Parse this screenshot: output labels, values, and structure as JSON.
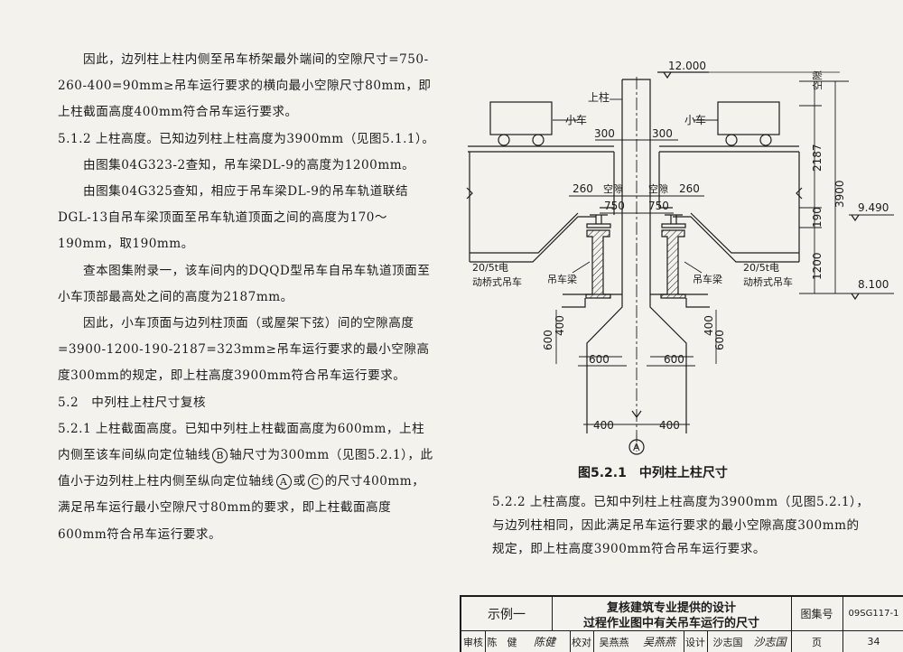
{
  "left_text": {
    "p1": "因此，边列柱上柱内侧至吊车桥架最外端间的空隙尺寸=750-260-400=90mm≥吊车运行要求的横向最小空隙尺寸80mm，即上柱截面高度400mm符合吊车运行要求。",
    "p2": "5.1.2 上柱高度。已知边列柱上柱高度为3900mm（见图5.1.1）。",
    "p3": "由图集04G323-2查知，吊车梁DL-9的高度为1200mm。",
    "p4": "由图集04G325查知，相应于吊车梁DL-9的吊车轨道联结DGL-13自吊车梁顶面至吊车轨道顶面之间的高度为170～190mm，取190mm。",
    "p5": "查本图集附录一，该车间内的DQQD型吊车自吊车轨道顶面至小车顶部最高处之间的高度为2187mm。",
    "p6": "因此，小车顶面与边列柱顶面（或屋架下弦）间的空隙高度=3900-1200-190-2187=323mm≥吊车运行要求的最小空隙高度300mm的规定，即上柱高度3900mm符合吊车运行要求。",
    "h52": "5.2　中列柱上柱尺寸复核",
    "p7a": "5.2.1 上柱截面高度。已知中列柱上柱截面高度为600mm，上柱内侧至该车间纵向定位轴线",
    "p7b": "轴尺寸为300mm（见图5.2.1），此值小于边列柱上柱内侧至纵向定位轴线",
    "p7c": "或",
    "p7d": "的尺寸400mm，满足吊车运行最小空隙尺寸80mm的要求，即上柱截面高度600mm符合吊车运行要求。",
    "axis_b": "B",
    "axis_a": "A",
    "axis_c": "C"
  },
  "drawing": {
    "elev_top": "12.000",
    "elev_mid": "9.490",
    "elev_low": "8.100",
    "label_upper_col": "上柱",
    "label_trolley_l": "小车",
    "label_trolley_r": "小车",
    "label_gap": "空隙",
    "label_crane_beam_l": "吊车梁",
    "label_crane_beam_r": "吊车梁",
    "label_crane_l1": "20/5t电",
    "label_crane_l2": "动桥式吊车",
    "label_crane_r1": "20/5t电",
    "label_crane_r2": "动桥式吊车",
    "dim_300_l": "300",
    "dim_300_r": "300",
    "dim_260_l": "260",
    "dim_260_r": "260",
    "dim_750_l": "750",
    "dim_750_r": "750",
    "dim_2187": "2187",
    "dim_3900": "3900",
    "dim_190": "190",
    "dim_1200": "1200",
    "dim_400_l": "400",
    "dim_400_r": "400",
    "dim_600v_l": "600",
    "dim_600v_r": "600",
    "dim_600h_l": "600",
    "dim_600h_r": "600",
    "dim_400b_l": "400",
    "dim_400b_r": "400",
    "axis": "A",
    "caption": "图5.2.1　中列柱上柱尺寸"
  },
  "right_text": {
    "p1": "5.2.2 上柱高度。已知中列柱上柱高度为3900mm（见图5.2.1），与边列柱相同，因此满足吊车运行要求的最小空隙高度300mm的规定，即上柱高度3900mm符合吊车运行要求。"
  },
  "title_block": {
    "example": "示例一",
    "title_line1": "复核建筑专业提供的设计",
    "title_line2": "过程作业图中有关吊车运行的尺寸",
    "atlas_label": "图集号",
    "atlas_no": "09SG117-1",
    "review_label": "审核",
    "review_name": "陈　健",
    "review_sign": "陈健",
    "check_label": "校对",
    "check_name": "吴燕燕",
    "check_sign": "吴燕燕",
    "design_label": "设计",
    "design_name": "沙志国",
    "design_sign": "沙志国",
    "page_label": "页",
    "page_no": "34"
  }
}
